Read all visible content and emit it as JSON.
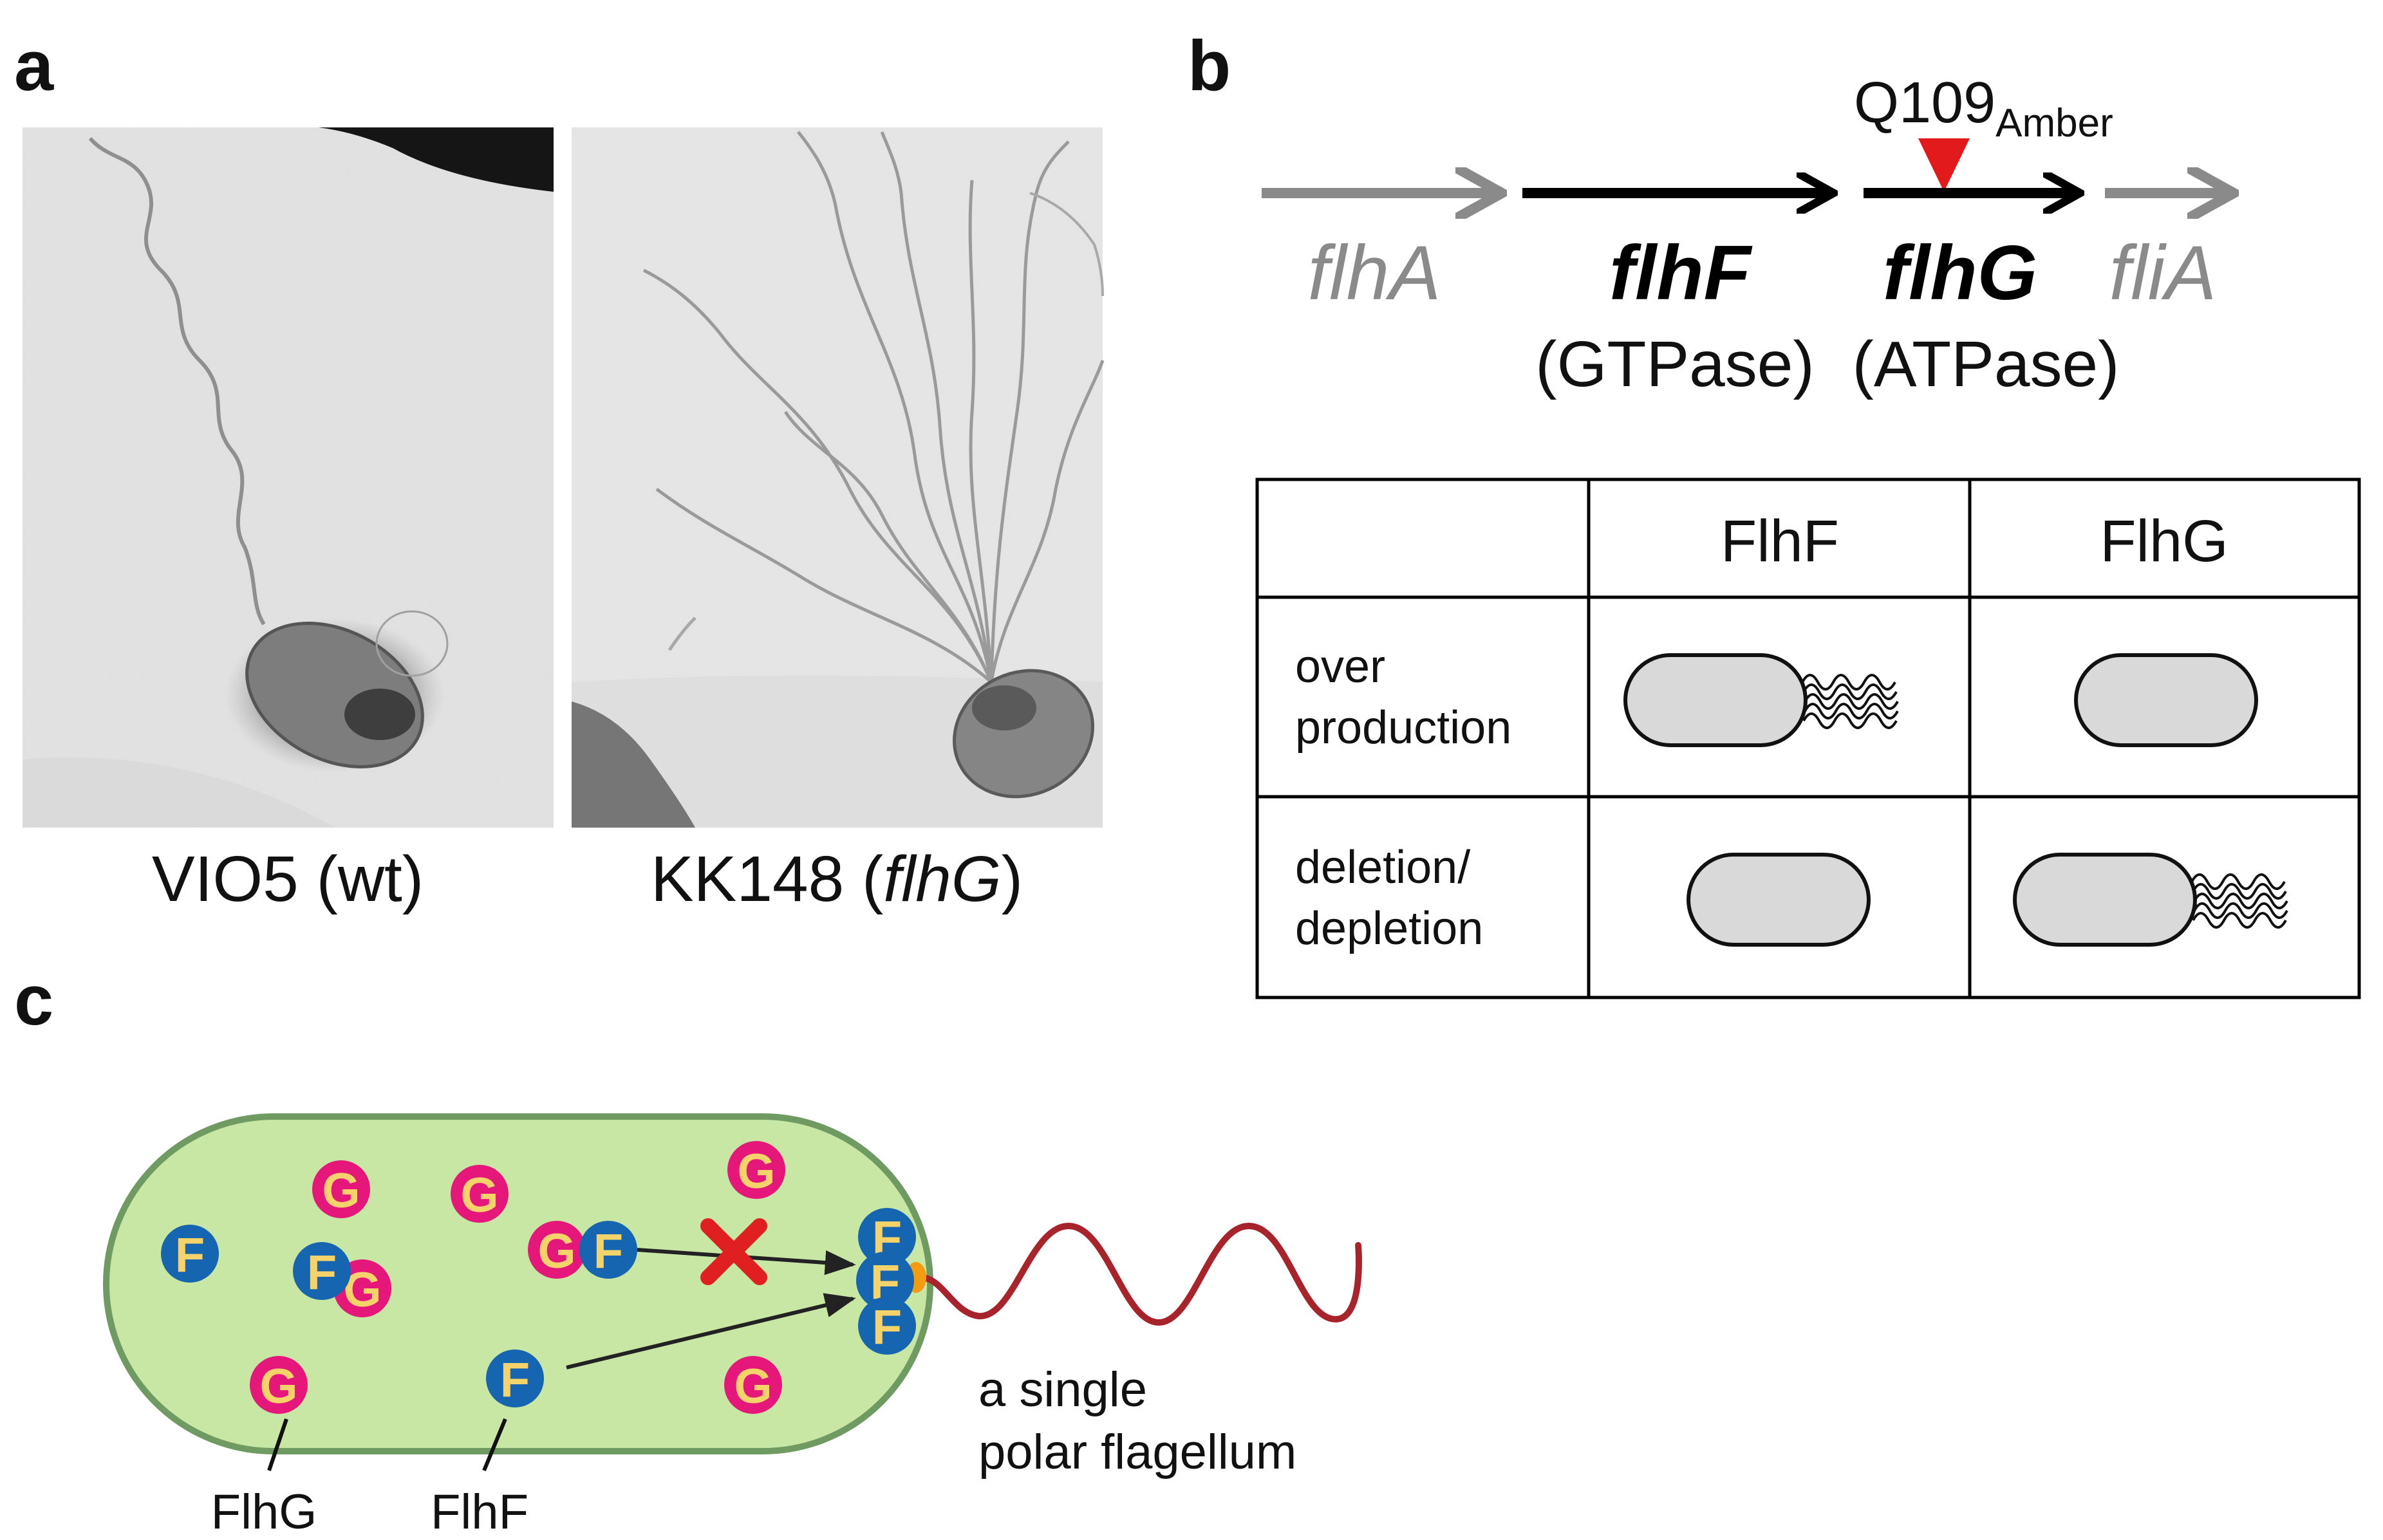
{
  "panel_a": {
    "letter": "a",
    "left_caption": "VIO5 (wt)",
    "right_caption_prefix": "KK148 (",
    "right_caption_gene": "flhG",
    "right_caption_suffix": ")"
  },
  "panel_b": {
    "letter": "b",
    "mutation": "Q109",
    "mutation_sub": "Amber",
    "genes": {
      "flhA": "flhA",
      "flhF": "flhF",
      "flhG": "flhG",
      "fliA": "fliA"
    },
    "gtpase": "(GTPase)",
    "atpase": "(ATPase)",
    "table": {
      "col_flhf": "FlhF",
      "col_flhg": "FlhG",
      "row1_line1": "over",
      "row1_line2": "production",
      "row2_line1": "deletion/",
      "row2_line2": "depletion"
    }
  },
  "panel_c": {
    "letter": "c",
    "g": "G",
    "f": "F",
    "label_flhg": "FlhG",
    "label_flhf": "FlhF",
    "flagellum_line1": "a single",
    "flagellum_line2": "polar flagellum"
  },
  "colors": {
    "g_fill": "#e6177a",
    "g_text": "#f6d36a",
    "f_fill": "#1565b0",
    "f_text": "#f6d36a",
    "cell_fill": "#c8e6a4",
    "cell_stroke": "#6f9a62",
    "flagellum": "#a8242c",
    "block_x": "#e02020",
    "amber_marker": "#e31a1c",
    "pole_marker": "#f39c12",
    "upstream_gene": "#8a8a8a"
  }
}
